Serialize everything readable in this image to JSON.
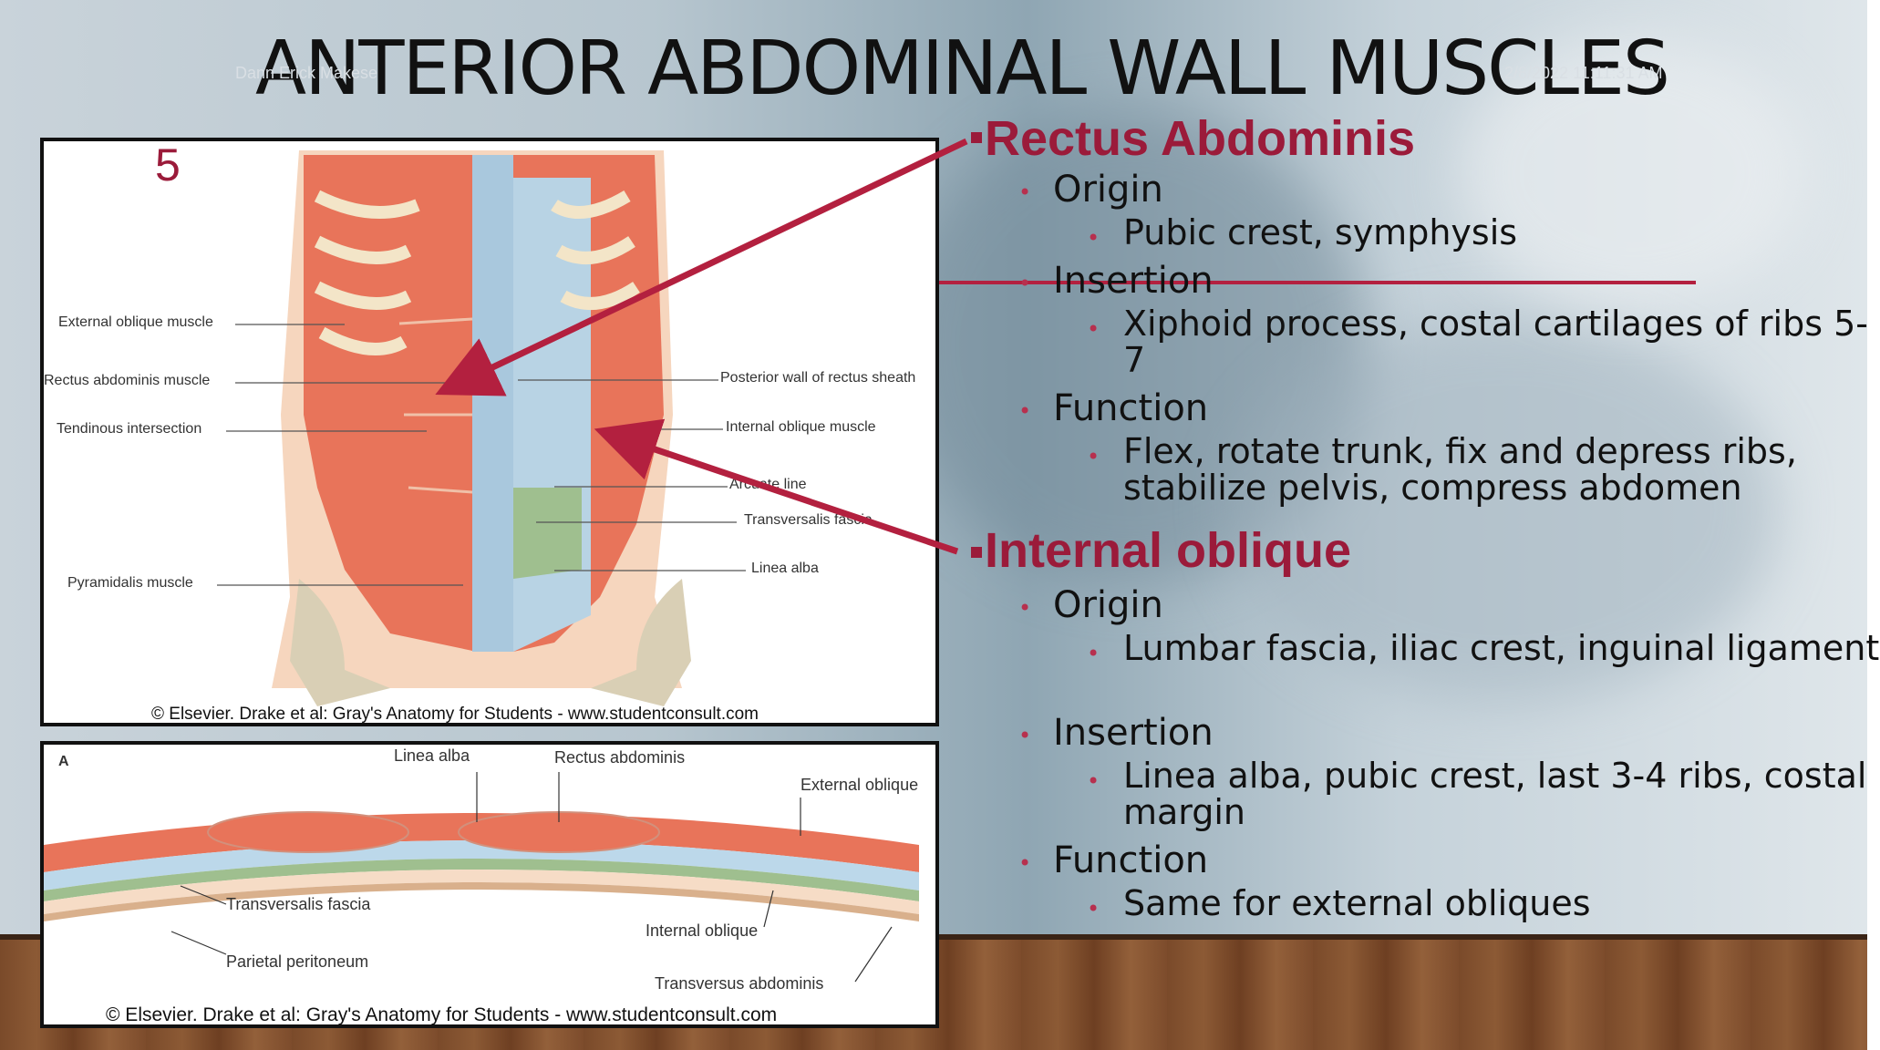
{
  "slide": {
    "title": "ANTERIOR ABDOMINAL WALL MUSCLES",
    "author": "Dann Erick Makese",
    "datetime": "2/8/2022 11:11:31 AM",
    "slide_number": "5"
  },
  "figure_top": {
    "labels": {
      "external_oblique": "External oblique muscle",
      "rectus_abdominis": "Rectus abdominis muscle",
      "tendinous": "Tendinous intersection",
      "pyramidalis": "Pyramidalis muscle",
      "posterior_wall": "Posterior wall of rectus sheath",
      "internal_oblique": "Internal oblique muscle",
      "arcuate": "Arcuate line",
      "transversalis": "Transversalis fascia",
      "linea_alba": "Linea alba"
    },
    "caption": "© Elsevier. Drake et al: Gray's Anatomy for Students - www.studentconsult.com"
  },
  "figure_bottom": {
    "panel_letter": "A",
    "labels": {
      "linea_alba": "Linea alba",
      "rectus": "Rectus abdominis",
      "external_oblique": "External oblique",
      "transversalis": "Transversalis fascia",
      "parietal": "Parietal peritoneum",
      "internal_oblique": "Internal oblique",
      "transversus": "Transversus abdominis"
    },
    "caption": "© Elsevier. Drake et al: Gray's Anatomy for Students - www.studentconsult.com"
  },
  "content": {
    "rectus": {
      "heading": "Rectus Abdominis",
      "origin_label": "Origin",
      "origin_text": "Pubic crest, symphysis",
      "insertion_label": "Insertion",
      "insertion_text": "Xiphoid process, costal cartilages of ribs 5-7",
      "function_label": "Function",
      "function_text": "Flex, rotate trunk, fix and depress ribs, stabilize pelvis, compress abdomen"
    },
    "internal": {
      "heading": "Internal oblique",
      "origin_label": "Origin",
      "origin_text": "Lumbar fascia, iliac crest, inguinal ligament",
      "insertion_label": "Insertion",
      "insertion_text": "Linea alba, pubic crest, last 3-4 ribs, costal margin",
      "function_label": "Function",
      "function_text": "Same for external obliques"
    }
  },
  "colors": {
    "accent": "#9b1b3a",
    "bullet": "#b7304e",
    "muscle": "#e8745a",
    "fascia": "#a9c8dd"
  }
}
